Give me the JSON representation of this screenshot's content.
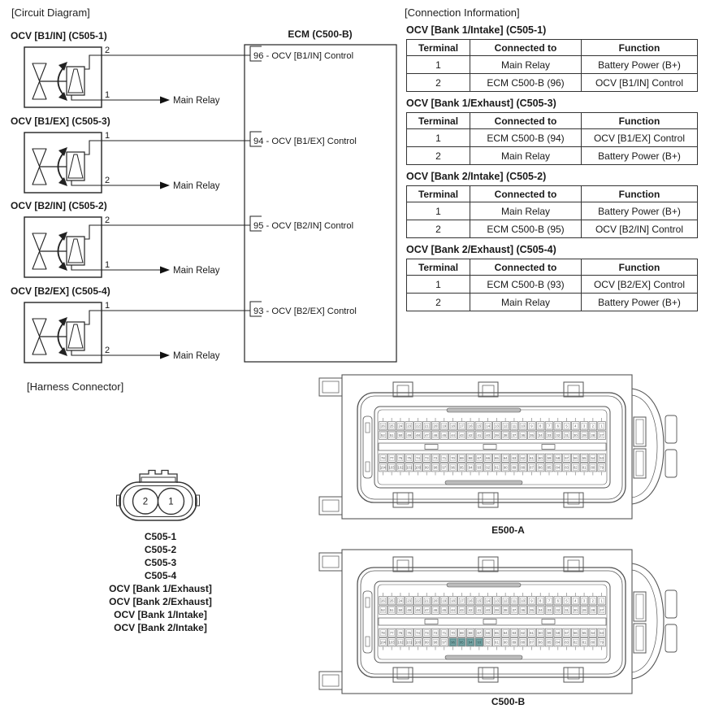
{
  "sections": {
    "circuit": "[Circuit Diagram]",
    "connection": "[Connection Information]",
    "harness": "[Harness Connector]"
  },
  "ecm": {
    "title": "ECM (C500-B)"
  },
  "valves": [
    {
      "label": "OCV [B1/IN] (C505-1)",
      "top_terminal": "2",
      "bottom_terminal": "1",
      "bottom_target": "Main Relay",
      "ecm_pin_label": "96 - OCV [B1/IN] Control"
    },
    {
      "label": "OCV [B1/EX] (C505-3)",
      "top_terminal": "1",
      "bottom_terminal": "2",
      "bottom_target": "Main Relay",
      "ecm_pin_label": "94 - OCV [B1/EX] Control"
    },
    {
      "label": "OCV [B2/IN] (C505-2)",
      "top_terminal": "2",
      "bottom_terminal": "1",
      "bottom_target": "Main Relay",
      "ecm_pin_label": "95 - OCV [B2/IN] Control"
    },
    {
      "label": "OCV [B2/EX] (C505-4)",
      "top_terminal": "1",
      "bottom_terminal": "2",
      "bottom_target": "Main Relay",
      "ecm_pin_label": "93 - OCV [B2/EX] Control"
    }
  ],
  "connection_tables": [
    {
      "title": "OCV [Bank 1/Intake] (C505-1)",
      "headers": [
        "Terminal",
        "Connected to",
        "Function"
      ],
      "rows": [
        [
          "1",
          "Main Relay",
          "Battery Power (B+)"
        ],
        [
          "2",
          "ECM C500-B (96)",
          "OCV [B1/IN] Control"
        ]
      ]
    },
    {
      "title": "OCV [Bank 1/Exhaust] (C505-3)",
      "headers": [
        "Terminal",
        "Connected to",
        "Function"
      ],
      "rows": [
        [
          "1",
          "ECM C500-B (94)",
          "OCV [B1/EX] Control"
        ],
        [
          "2",
          "Main Relay",
          "Battery Power (B+)"
        ]
      ]
    },
    {
      "title": "OCV [Bank 2/Intake] (C505-2)",
      "headers": [
        "Terminal",
        "Connected to",
        "Function"
      ],
      "rows": [
        [
          "1",
          "Main Relay",
          "Battery Power (B+)"
        ],
        [
          "2",
          "ECM C500-B (95)",
          "OCV [B2/IN] Control"
        ]
      ]
    },
    {
      "title": "OCV [Bank 2/Exhaust] (C505-4)",
      "headers": [
        "Terminal",
        "Connected to",
        "Function"
      ],
      "rows": [
        [
          "1",
          "ECM C500-B (93)",
          "OCV [B2/EX] Control"
        ],
        [
          "2",
          "Main Relay",
          "Battery Power (B+)"
        ]
      ]
    }
  ],
  "harness": {
    "pins": [
      "2",
      "1"
    ],
    "labels": [
      "C505-1",
      "C505-2",
      "C505-3",
      "C505-4",
      "OCV [Bank 1/Exhaust]",
      "OCV [Bank 2/Exhaust]",
      "OCV [Bank 1/Intake]",
      "OCV [Bank 2/Intake]"
    ]
  },
  "ecm_connectors": [
    {
      "name": "E500-A",
      "highlight_pins": []
    },
    {
      "name": "C500-B",
      "highlight_pins": [
        93,
        94,
        95,
        96
      ]
    }
  ],
  "pin_rows": [
    {
      "start": 1,
      "end": 26
    },
    {
      "start": 27,
      "end": 52
    },
    {
      "start": 53,
      "end": 78
    },
    {
      "start": 79,
      "end": 104
    }
  ],
  "colors": {
    "line": "#222222",
    "drawing_line": "#555555",
    "highlight": "#79a8a8",
    "text": "#1a1a1a"
  }
}
